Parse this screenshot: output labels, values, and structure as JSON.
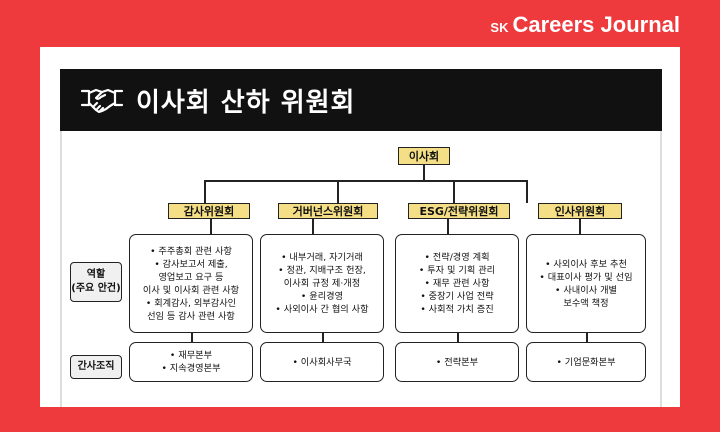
{
  "brand": {
    "prefix": "SK",
    "name": "Careers Journal"
  },
  "banner": {
    "title": "이사회 산하 위원회",
    "icon": "handshake-icon"
  },
  "board": {
    "label": "이사회"
  },
  "side_labels": {
    "role_line1": "역할",
    "role_line2": "(주요 안건)",
    "secretariat": "간사조직"
  },
  "committees": [
    {
      "name": "감사위원회",
      "roles": [
        "• 주주총회 관련 사항",
        "• 감사보고서 제출,",
        "영업보고 요구 등",
        "이사 및 이사회 관련 사항",
        "• 회계감사, 외부감사인",
        "선임 등 감사 관련 사항"
      ],
      "secretariat": [
        "• 재무본부",
        "• 지속경영본부"
      ]
    },
    {
      "name": "거버넌스위원회",
      "roles": [
        "• 내부거래, 자기거래",
        "• 정관, 지배구조 헌장,",
        "이사회 규정 제·개정",
        "• 윤리경영",
        "• 사외이사 간 협의 사항"
      ],
      "secretariat": [
        "• 이사회사무국"
      ]
    },
    {
      "name": "ESG/전략위원회",
      "roles": [
        "• 전략/경영 계획",
        "• 투자 및 기획 관리",
        "• 재무 관련 사항",
        "• 중장기 사업 전략",
        "• 사회적 가치 증진"
      ],
      "secretariat": [
        "• 전략본부"
      ]
    },
    {
      "name": "인사위원회",
      "roles": [
        "• 사외이사 후보 추천",
        "• 대표이사 평가 및 선임",
        "• 사내이사 개별",
        "보수액 책정"
      ],
      "secretariat": [
        "• 기업문화본부"
      ]
    }
  ]
}
